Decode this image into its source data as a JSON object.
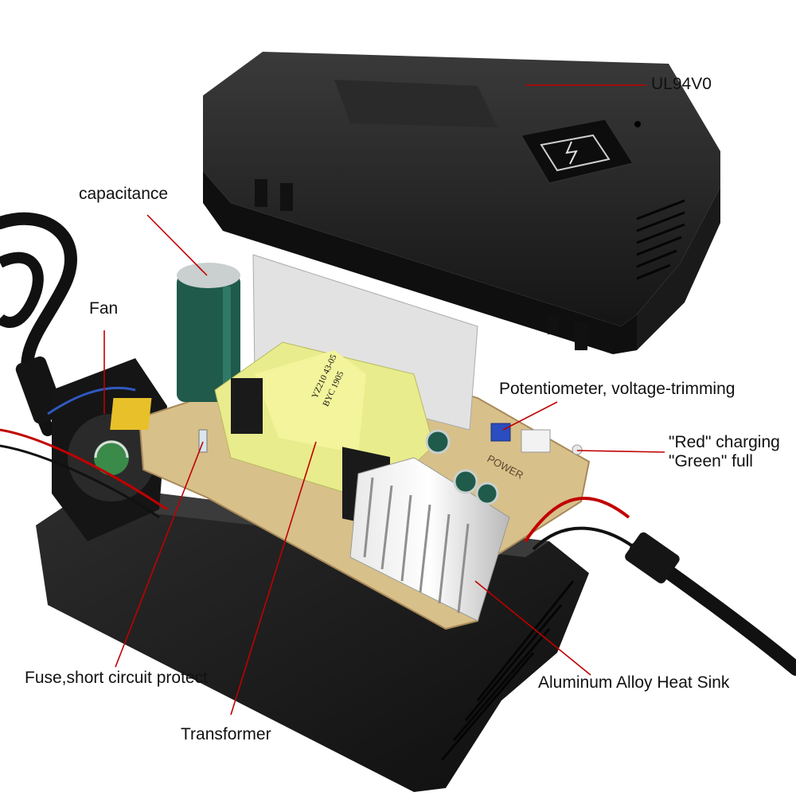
{
  "labels": {
    "ul94v0": "UL94V0",
    "capacitance": "capacitance",
    "fan": "Fan",
    "potentiometer": "Potentiometer, voltage-trimming",
    "led_red": "\"Red\" charging",
    "led_green": "\"Green\" full",
    "fuse": "Fuse,short circuit protect",
    "heat_sink": "Aluminum Alloy Heat Sink",
    "transformer": "Transformer"
  },
  "board_markings": {
    "transformer_code": "YZ210 43-05",
    "transformer_maker": "BYC 1905",
    "power_silk": "POWER"
  },
  "colors": {
    "leader_line": "#c00000",
    "case": "#1e1e1e",
    "pcb": "#d8c08a",
    "transformer_core": "#e9ec8c",
    "capacitor": "#1f5a4a"
  },
  "icons": [
    "charging-battery-icon"
  ]
}
